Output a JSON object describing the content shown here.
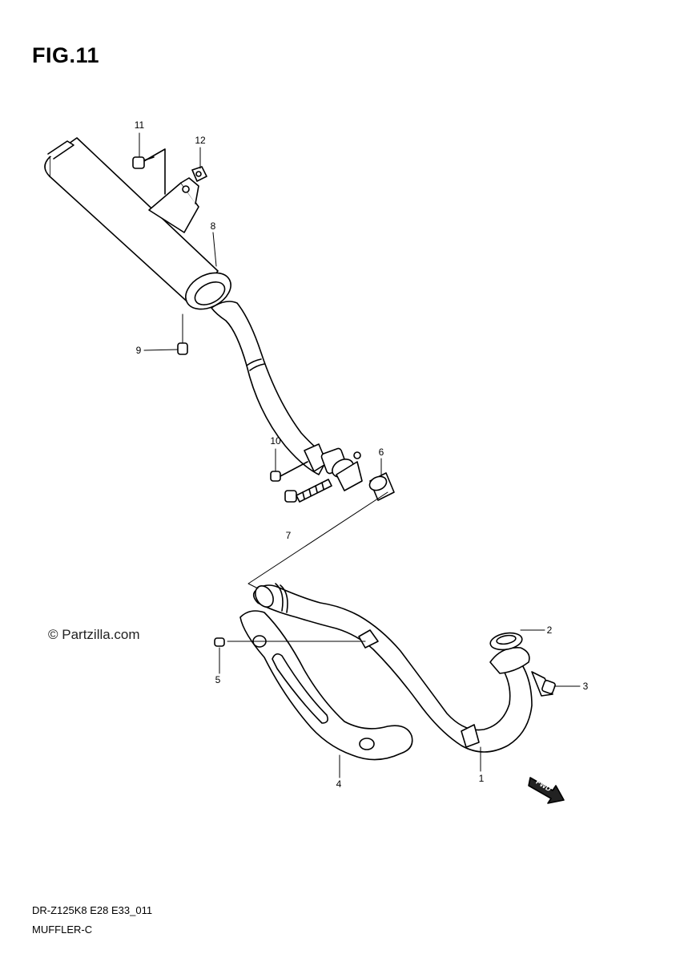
{
  "header": {
    "title": "FIG.11"
  },
  "watermark": {
    "text": "© Partzilla.com"
  },
  "footer": {
    "model_code": "DR-Z125K8 E28 E33_011",
    "section_name": "MUFFLER-C"
  },
  "fwd_badge": {
    "label": "FWD"
  },
  "callouts": [
    {
      "id": "1",
      "label": "1",
      "part": "exhaust-pipe"
    },
    {
      "id": "2",
      "label": "2",
      "part": "gasket"
    },
    {
      "id": "3",
      "label": "3",
      "part": "bolt"
    },
    {
      "id": "4",
      "label": "4",
      "part": "heat-shield"
    },
    {
      "id": "5",
      "label": "5",
      "part": "screw"
    },
    {
      "id": "6",
      "label": "6",
      "part": "connector-gasket"
    },
    {
      "id": "7",
      "label": "7",
      "part": "pipe-joint"
    },
    {
      "id": "8",
      "label": "8",
      "part": "muffler"
    },
    {
      "id": "9",
      "label": "9",
      "part": "bolt"
    },
    {
      "id": "10",
      "label": "10",
      "part": "bolt"
    },
    {
      "id": "11",
      "label": "11",
      "part": "bolt"
    },
    {
      "id": "12",
      "label": "12",
      "part": "nut"
    }
  ],
  "colors": {
    "line": "#000000",
    "background": "#ffffff",
    "fwd_fill": "#222222"
  }
}
